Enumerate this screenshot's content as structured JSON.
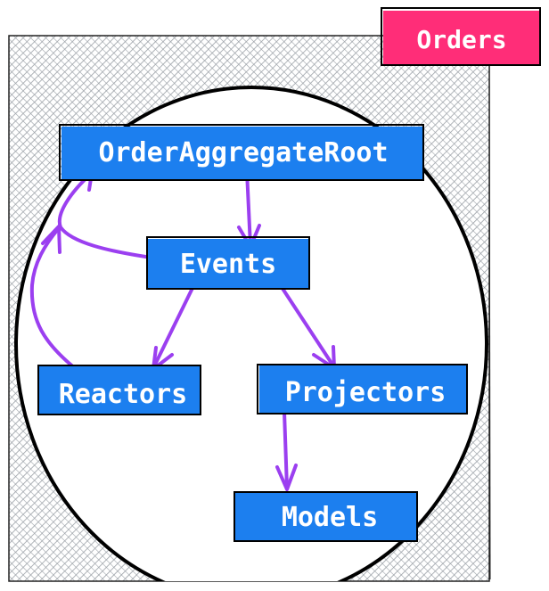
{
  "title": "Orders",
  "colors": {
    "title_fill": "#ff2d78",
    "node_fill": "#1c7fef",
    "arrow": "#9b3ff0",
    "hatch": "#9aa0a6",
    "stroke": "#000000"
  },
  "nodes": [
    {
      "id": "root",
      "label": "OrderAggregateRoot"
    },
    {
      "id": "events",
      "label": "Events"
    },
    {
      "id": "reactors",
      "label": "Reactors"
    },
    {
      "id": "projectors",
      "label": "Projectors"
    },
    {
      "id": "models",
      "label": "Models"
    }
  ],
  "edges": [
    {
      "from": "root",
      "to": "events"
    },
    {
      "from": "events",
      "to": "root"
    },
    {
      "from": "events",
      "to": "reactors"
    },
    {
      "from": "events",
      "to": "projectors"
    },
    {
      "from": "reactors",
      "to": "root"
    },
    {
      "from": "projectors",
      "to": "models"
    }
  ]
}
